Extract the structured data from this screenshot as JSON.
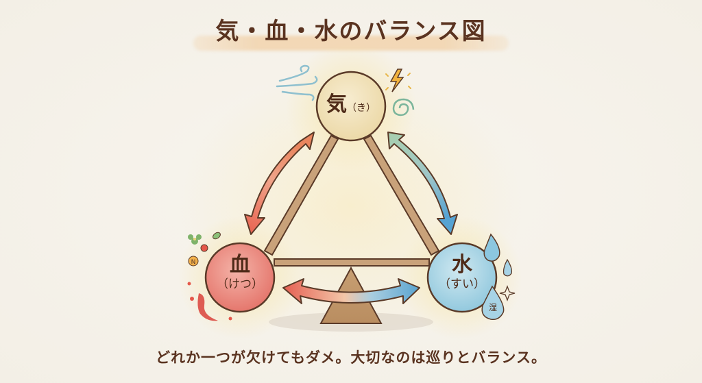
{
  "title": "気・血・水のバランス図",
  "nodes": {
    "ki": {
      "main": "気",
      "reading": "（き）",
      "color": "#f2e3bd",
      "icons": [
        "wind-icon",
        "lightning-icon",
        "swirl-icon"
      ]
    },
    "ketsu": {
      "main": "血",
      "reading": "（けつ）",
      "color": "#eb8a80",
      "icons": [
        "flower-icon",
        "leaf-icon",
        "red-dot-icon",
        "nutrient-n-icon",
        "blood-flow-icon"
      ]
    },
    "sui": {
      "main": "水",
      "reading": "（すい）",
      "color": "#a9d6e6",
      "icons": [
        "water-drop-icon",
        "small-drop-icon",
        "sparkle-icon",
        "damp-drop-icon"
      ]
    }
  },
  "damp_label": "湿",
  "nutrient_label": "N",
  "caption": "どれか一つが欠けてもダメ。大切なのは巡りとバランス。",
  "colors": {
    "text": "#5a3320",
    "outline": "#5a3a28",
    "beam": "#c9a27a",
    "arrow_red": "#e8685a",
    "arrow_blue": "#5aa6cf",
    "arrow_green": "#9cc4a8",
    "glow": "#f6e3a6"
  }
}
